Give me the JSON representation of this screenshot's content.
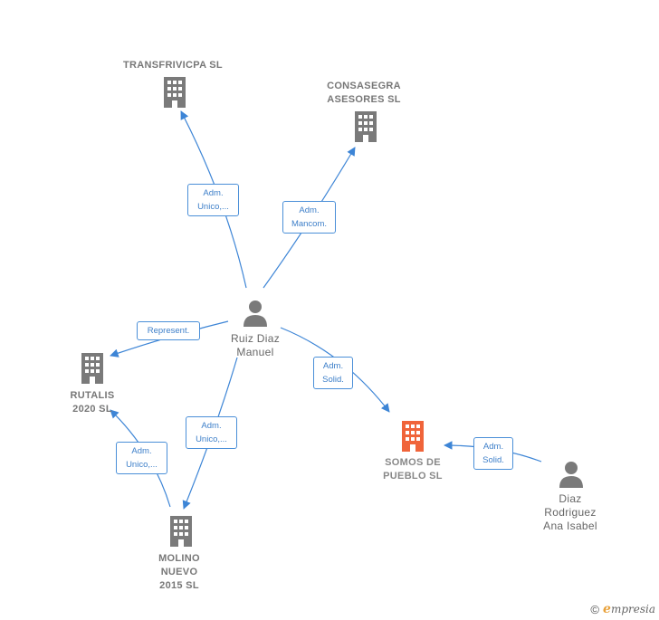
{
  "colors": {
    "edge": "#3d85d6",
    "company": "#7a7a7a",
    "company_main": "#f0643a",
    "person": "#7a7a7a"
  },
  "nodes": {
    "transfrivicpa": {
      "label": "TRANSFRIVICPA SL",
      "icon": "building-icon"
    },
    "consasegra": {
      "label": "CONSASEGRA\nASESORES  SL",
      "icon": "building-icon"
    },
    "rutalis": {
      "label": "RUTALIS\n2020  SL",
      "icon": "building-icon"
    },
    "somos": {
      "label": "SOMOS DE\nPUEBLO  SL",
      "icon": "building-icon"
    },
    "molino": {
      "label": "MOLINO\nNUEVO\n2015  SL",
      "icon": "building-icon"
    },
    "ruiz": {
      "label": "Ruiz Diaz\nManuel",
      "icon": "person-icon"
    },
    "diaz": {
      "label": "Diaz\nRodriguez\nAna Isabel",
      "icon": "person-icon"
    }
  },
  "edges": {
    "ruiz_transfrivicpa": "Adm.\nUnico,...",
    "ruiz_consasegra": "Adm.\nMancom.",
    "ruiz_rutalis": "Represent.",
    "ruiz_somos": "Adm.\nSolid.",
    "ruiz_molino": "Adm.\nUnico,...",
    "molino_rutalis": "Adm.\nUnico,...",
    "diaz_somos": "Adm.\nSolid."
  },
  "footer": {
    "copyright": "©",
    "brand_initial": "e",
    "brand_rest": "mpresia"
  }
}
